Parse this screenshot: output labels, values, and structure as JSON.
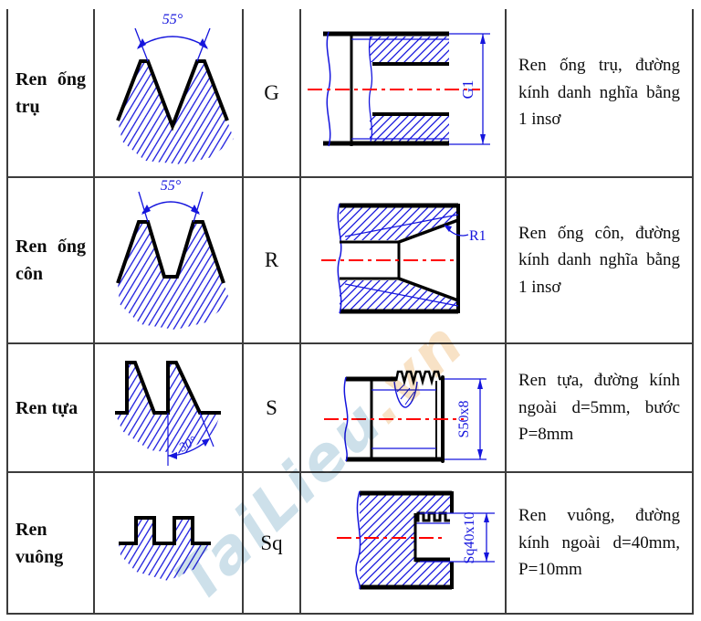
{
  "watermark": {
    "main": "TaiLieu",
    "suffix": ".vn"
  },
  "colors": {
    "drawing_blue": "#1515dd",
    "centerline_red": "#ff0000",
    "outline_black": "#000000",
    "grid_line": "#3c3c3c",
    "watermark_blue": "rgba(164,198,216,0.55)",
    "watermark_orange": "rgba(243,203,152,0.55)"
  },
  "rows": [
    {
      "name": "Ren ống trụ",
      "symbol": "G",
      "profile_angle": "55°",
      "dim_label": "G1",
      "description": "Ren ống trụ, đường kính danh nghĩa bằng 1 insơ"
    },
    {
      "name": "Ren ống côn",
      "symbol": "R",
      "profile_angle": "55°",
      "dim_label": "R1",
      "description": "Ren ống côn, đường kính danh nghĩa bằng 1 insơ"
    },
    {
      "name": "Ren tựa",
      "symbol": "S",
      "profile_angle": "30°",
      "dim_label": "S50x8",
      "description": "Ren tựa, đường kính ngoài d=5mm, bước P=8mm"
    },
    {
      "name": "Ren vuông",
      "symbol": "Sq",
      "profile_angle": "",
      "dim_label": "Sq40x10",
      "description": "Ren vuông, đường kính ngoài d=40mm, P=10mm"
    }
  ]
}
